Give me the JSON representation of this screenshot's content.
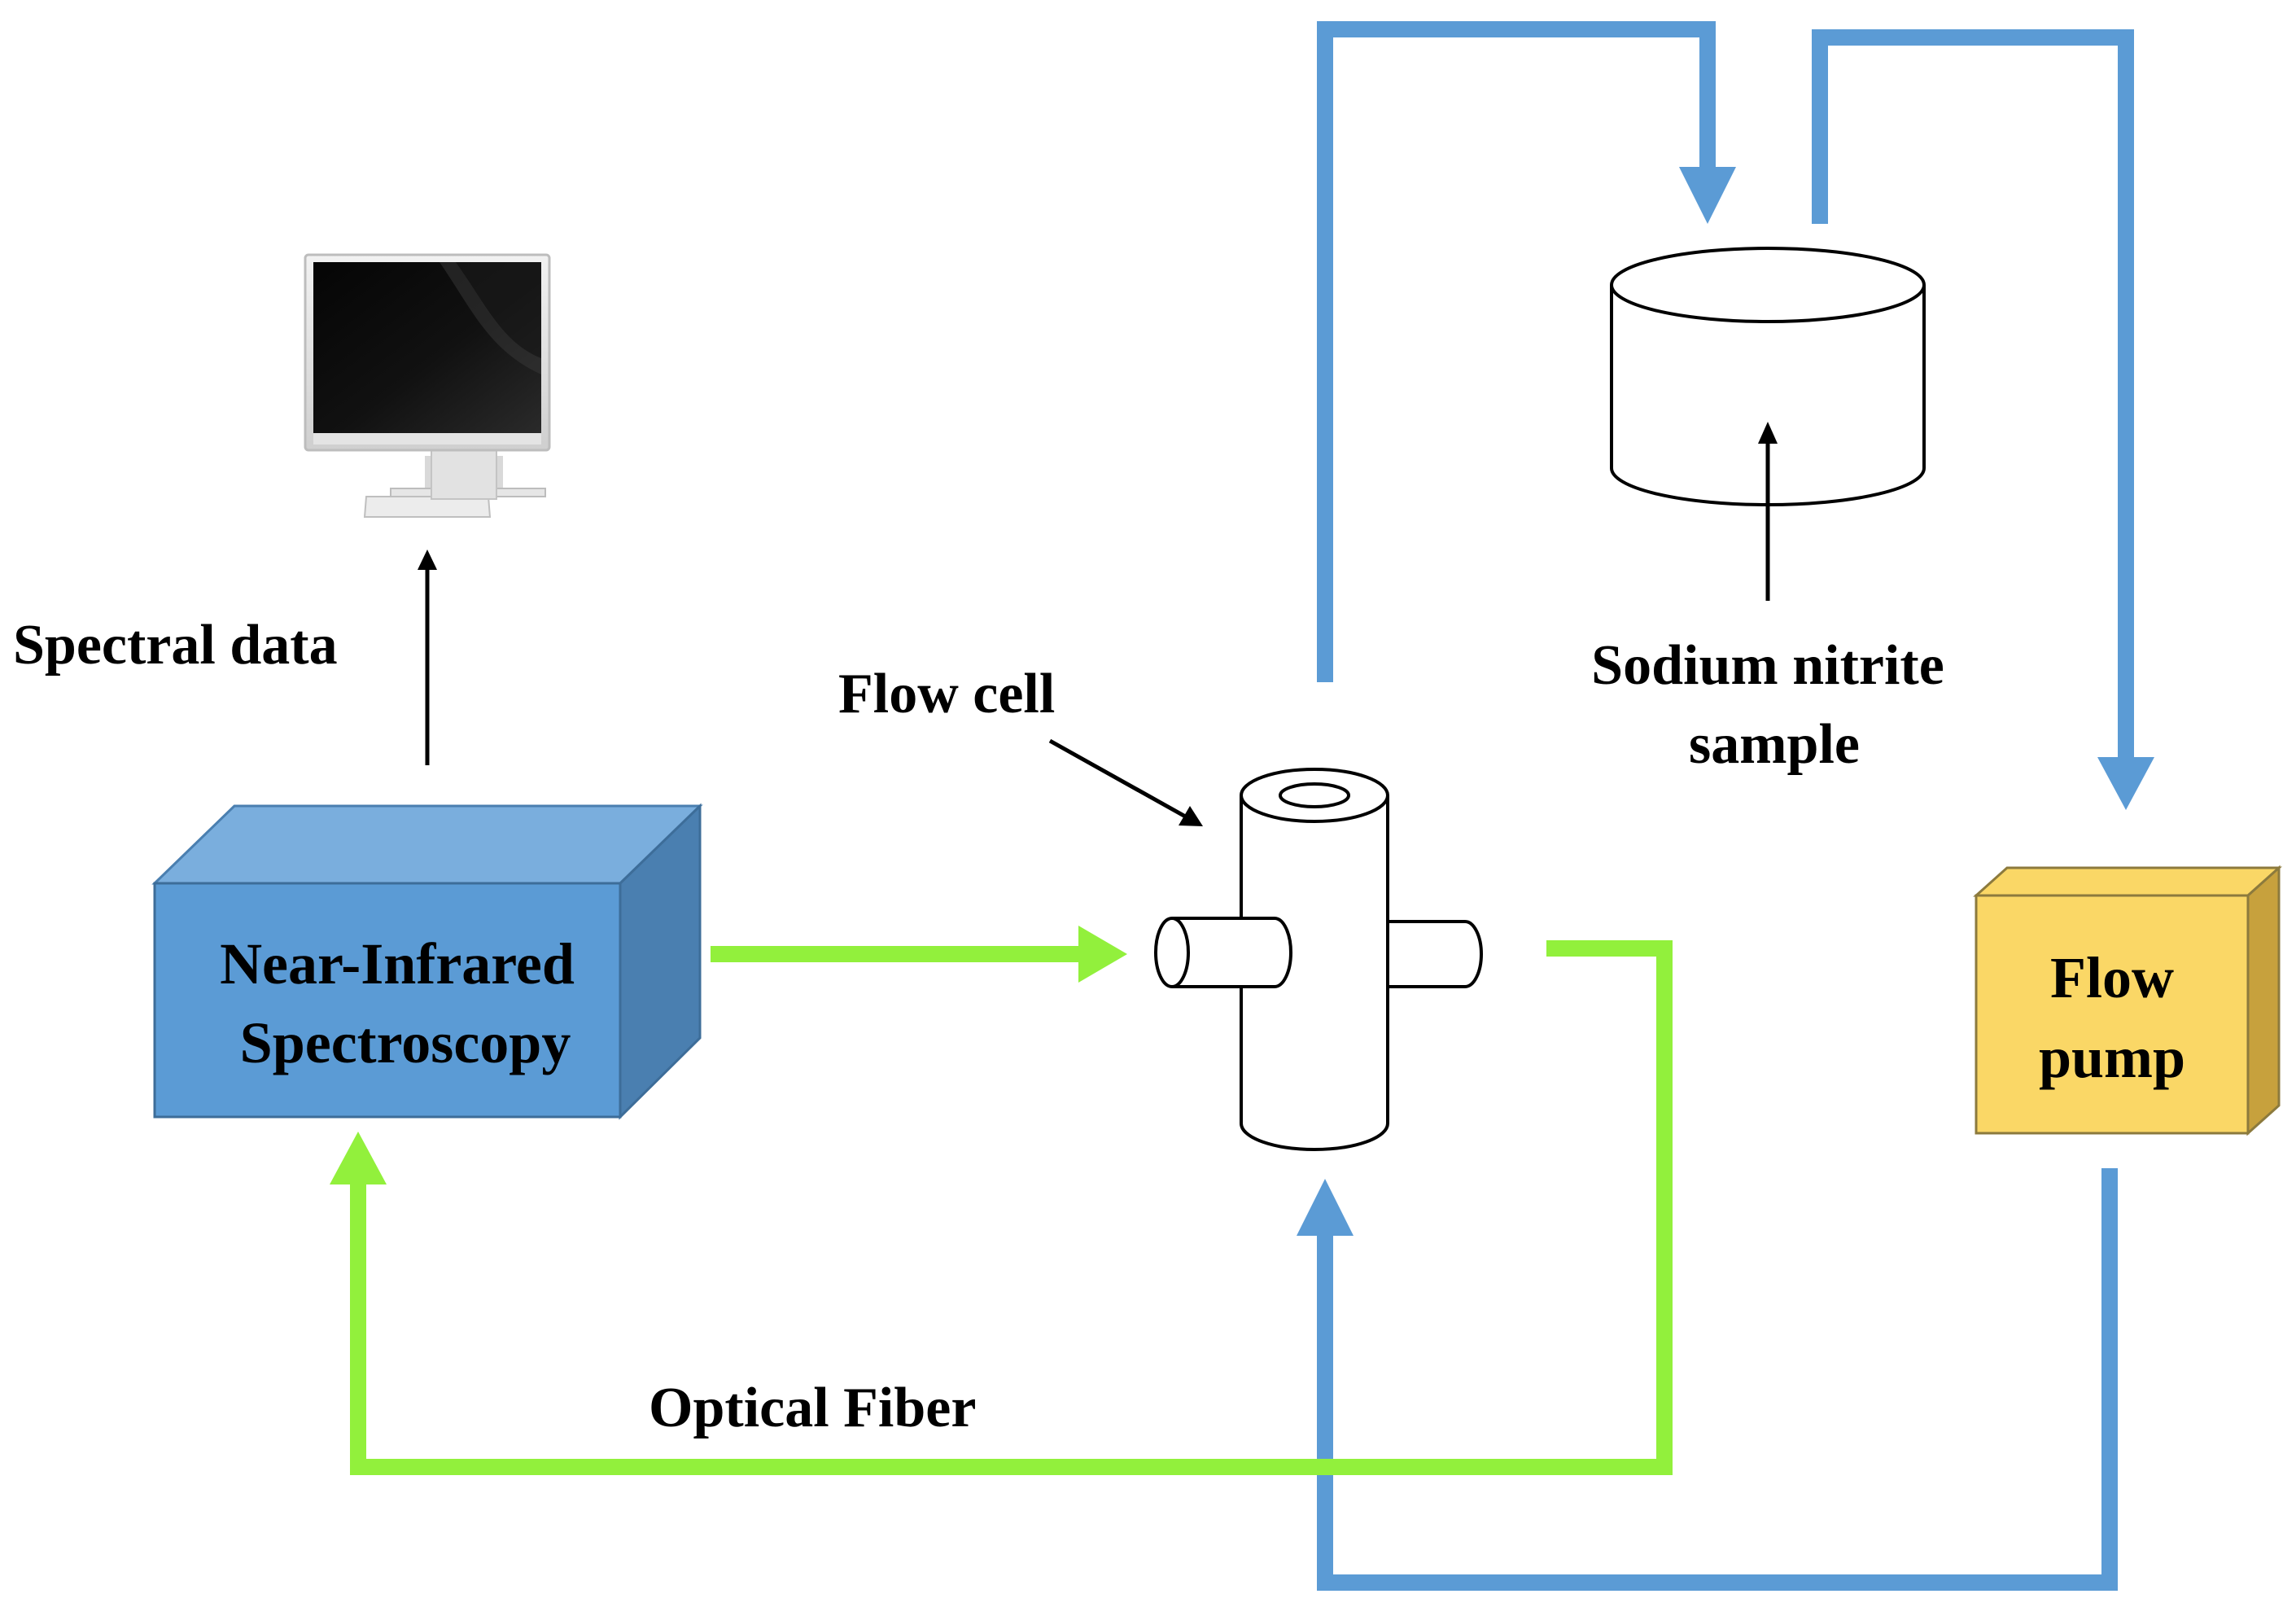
{
  "diagram": {
    "labels": {
      "spectral_data": "Spectral data",
      "flow_cell": "Flow cell",
      "sodium_line1": "Sodium nitrite",
      "sodium_line2": "sample",
      "optical_fiber": "Optical Fiber"
    },
    "nir_box": {
      "line1": "Near-Infrared",
      "line2": "Spectroscopy"
    },
    "pump_box": {
      "line1": "Flow",
      "line2": "pump"
    },
    "icons": {
      "monitor": "monitor-icon",
      "flow_cell": "flow-cell-icon",
      "sample_container": "cylinder-container-icon"
    },
    "colors": {
      "fluid_line": "#5b9bd5",
      "optical_line": "#92f03c",
      "nir_box_front": "#5b9bd5",
      "nir_box_top": "#7aaedd",
      "nir_box_side": "#4a7fb0",
      "pump_box_front": "#fad766",
      "pump_box_side": "#c7a13d",
      "arrow": "#000000"
    }
  }
}
